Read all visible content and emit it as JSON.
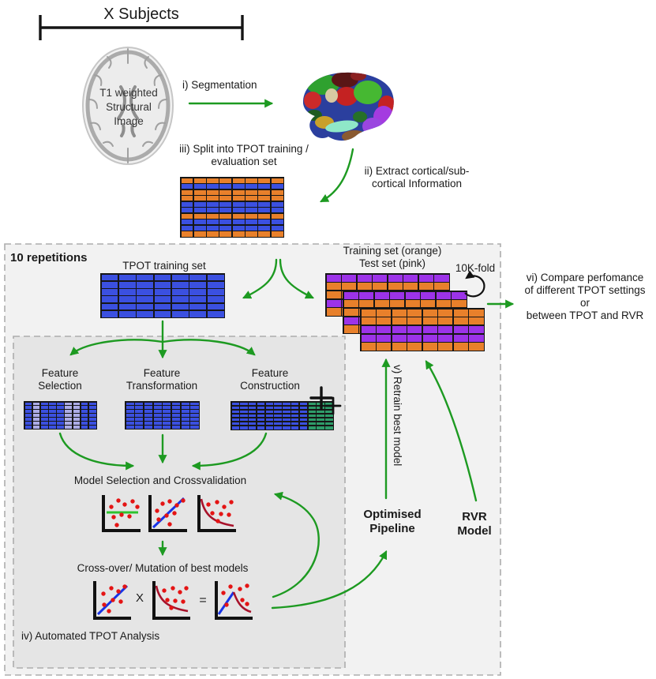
{
  "header": {
    "subjects_label": "X Subjects"
  },
  "brain": {
    "caption_lines": [
      "T1 weighted",
      "Structural",
      "Image"
    ]
  },
  "steps": {
    "segmentation": "i) Segmentation",
    "extract_lines": [
      "ii) Extract cortical/sub-",
      "cortical Information"
    ],
    "split_lines": [
      "iii) Split into TPOT training /",
      "evaluation set"
    ],
    "automated": "iv) Automated TPOT Analysis",
    "retrain": "v) Retrain best model",
    "compare_lines": [
      "vi) Compare perfomance",
      "of different TPOT settings",
      "or",
      "between TPOT and RVR"
    ]
  },
  "repetition_box": {
    "label": "10 repetitions"
  },
  "datasets": {
    "tpot_training": "TPOT training set",
    "training_test_lines": [
      "Training set (orange)",
      "Test set (pink)"
    ],
    "kfold": "10K-fold"
  },
  "features": [
    {
      "line1": "Feature",
      "line2": "Selection"
    },
    {
      "line1": "Feature",
      "line2": "Transformation"
    },
    {
      "line1": "Feature",
      "line2": "Construction"
    }
  ],
  "model_selection": {
    "label": "Model Selection and Crossvalidation"
  },
  "crossover": {
    "label": "Cross-over/ Mutation of best models",
    "times": "X",
    "equals": "="
  },
  "outputs": {
    "optimised_lines": [
      "Optimised",
      "Pipeline"
    ],
    "rvr_lines": [
      "RVR",
      "Model"
    ]
  },
  "colors": {
    "orange": "#E8802B",
    "blue": "#3B50E0",
    "purple": "#9C33E8",
    "lavender": "#ACACE6",
    "teal": "#2E9C69",
    "arrow_green": "#1D9A21",
    "plot_green": "#2EC32E",
    "plot_blue": "#1734E8",
    "plot_darkred": "#A8122A",
    "dot_red": "#E41414",
    "outer_box_fill": "#F2F2F2",
    "inner_box_fill": "#E5E5E5",
    "dash_border": "#ADADAD",
    "ink": "#1a1a1a"
  },
  "grids": [
    {
      "key": "split-dataset",
      "cols": 8,
      "rows": [
        "orange",
        "blue",
        "orange",
        "orange",
        "blue",
        "blue",
        "orange",
        "blue",
        "blue",
        "orange"
      ]
    },
    {
      "key": "tpot-training",
      "cols": 7,
      "rows": [
        "blue",
        "blue",
        "blue",
        "blue",
        "blue",
        "blue"
      ]
    },
    {
      "key": "stack-back",
      "cols": 8,
      "rows": [
        "purple",
        "orange",
        "orange",
        "purple",
        "orange"
      ]
    },
    {
      "key": "stack-mid",
      "cols": 8,
      "rows": [
        "purple",
        "orange",
        "orange",
        "purple",
        "orange"
      ]
    },
    {
      "key": "stack-front",
      "cols": 8,
      "rows": [
        "orange",
        "orange",
        "purple",
        "purple",
        "orange"
      ]
    },
    {
      "key": "feature-selection",
      "cols": 9,
      "rows": [
        "blue",
        "blue",
        "blue",
        "blue",
        "blue",
        "blue",
        "blue"
      ],
      "col_colors": {
        "1": "lavender",
        "5": "lavender",
        "6": "lavender"
      }
    },
    {
      "key": "feature-transformation",
      "cols": 8,
      "rows": [
        "blue",
        "blue",
        "blue",
        "blue",
        "blue",
        "blue",
        "blue"
      ]
    },
    {
      "key": "feature-construction",
      "cols": 12,
      "rows": [
        "blue",
        "blue",
        "blue",
        "blue",
        "blue",
        "blue",
        "blue"
      ],
      "col_colors": {
        "9": "teal",
        "10": "teal",
        "11": "teal"
      }
    }
  ]
}
